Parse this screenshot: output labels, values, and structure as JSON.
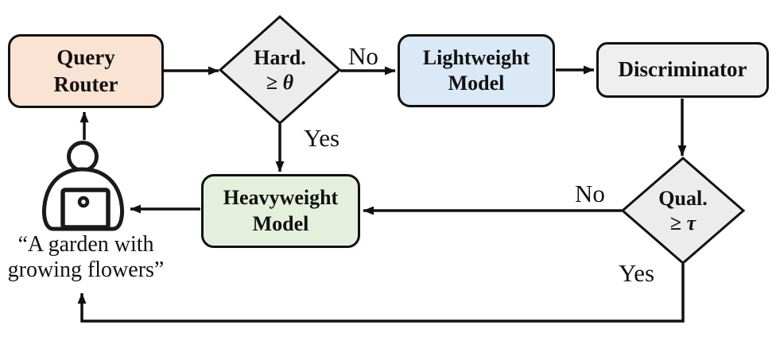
{
  "figure": {
    "type": "flowchart",
    "background": "#ffffff",
    "line_color": "#111111",
    "nodes": {
      "query_router": {
        "shape": "rounded-rect",
        "line1": "Query",
        "line2": "Router",
        "fill": "#FAE3D3"
      },
      "hardness_check": {
        "shape": "diamond",
        "line1": "Hard.",
        "ge": "≥",
        "symbol": "θ",
        "fill": "#ECECEC"
      },
      "lightweight_model": {
        "shape": "rounded-rect",
        "line1": "Lightweight",
        "line2": "Model",
        "fill": "#DBE8F6"
      },
      "discriminator": {
        "shape": "rounded-rect",
        "label": "Discriminator",
        "fill": "#EFEFEF"
      },
      "quality_check": {
        "shape": "diamond",
        "line1": "Qual.",
        "ge": "≥",
        "symbol": "τ",
        "fill": "#ECECEC"
      },
      "heavyweight_model": {
        "shape": "rounded-rect",
        "line1": "Heavyweight",
        "line2": "Model",
        "fill": "#E4F0DC"
      }
    },
    "edge_labels": {
      "hardness_no": "No",
      "hardness_yes": "Yes",
      "quality_no": "No",
      "quality_yes": "Yes"
    },
    "user_prompt": {
      "line1": "“A garden with",
      "line2": "growing flowers”"
    },
    "icons": {
      "user": "user-with-laptop-icon"
    }
  }
}
